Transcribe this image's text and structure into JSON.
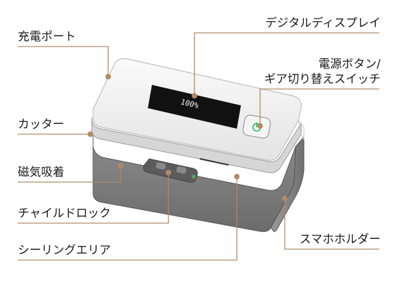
{
  "colors": {
    "leader": "#b08a67",
    "dot": "#b08a67",
    "lid": "#f1f1f1",
    "lid_edge": "#cfcfcf",
    "base": "#808080",
    "base_dark": "#5e5e5e",
    "screen": "#111111",
    "screen_text": "#f5f5f5",
    "power_glow": "#39c26a"
  },
  "device": {
    "display_readout": "100%"
  },
  "labels": {
    "charging_port": "充電ポート",
    "cutter": "カッター",
    "magnetic": "磁気吸着",
    "child_lock": "チャイルドロック",
    "sealing_area": "シーリングエリア",
    "digital_display": "デジタルディスプレイ",
    "power_button_line1": "電源ボタン/",
    "power_button_line2": "ギア切り替えスイッチ",
    "phone_holder": "スマホホルダー"
  }
}
